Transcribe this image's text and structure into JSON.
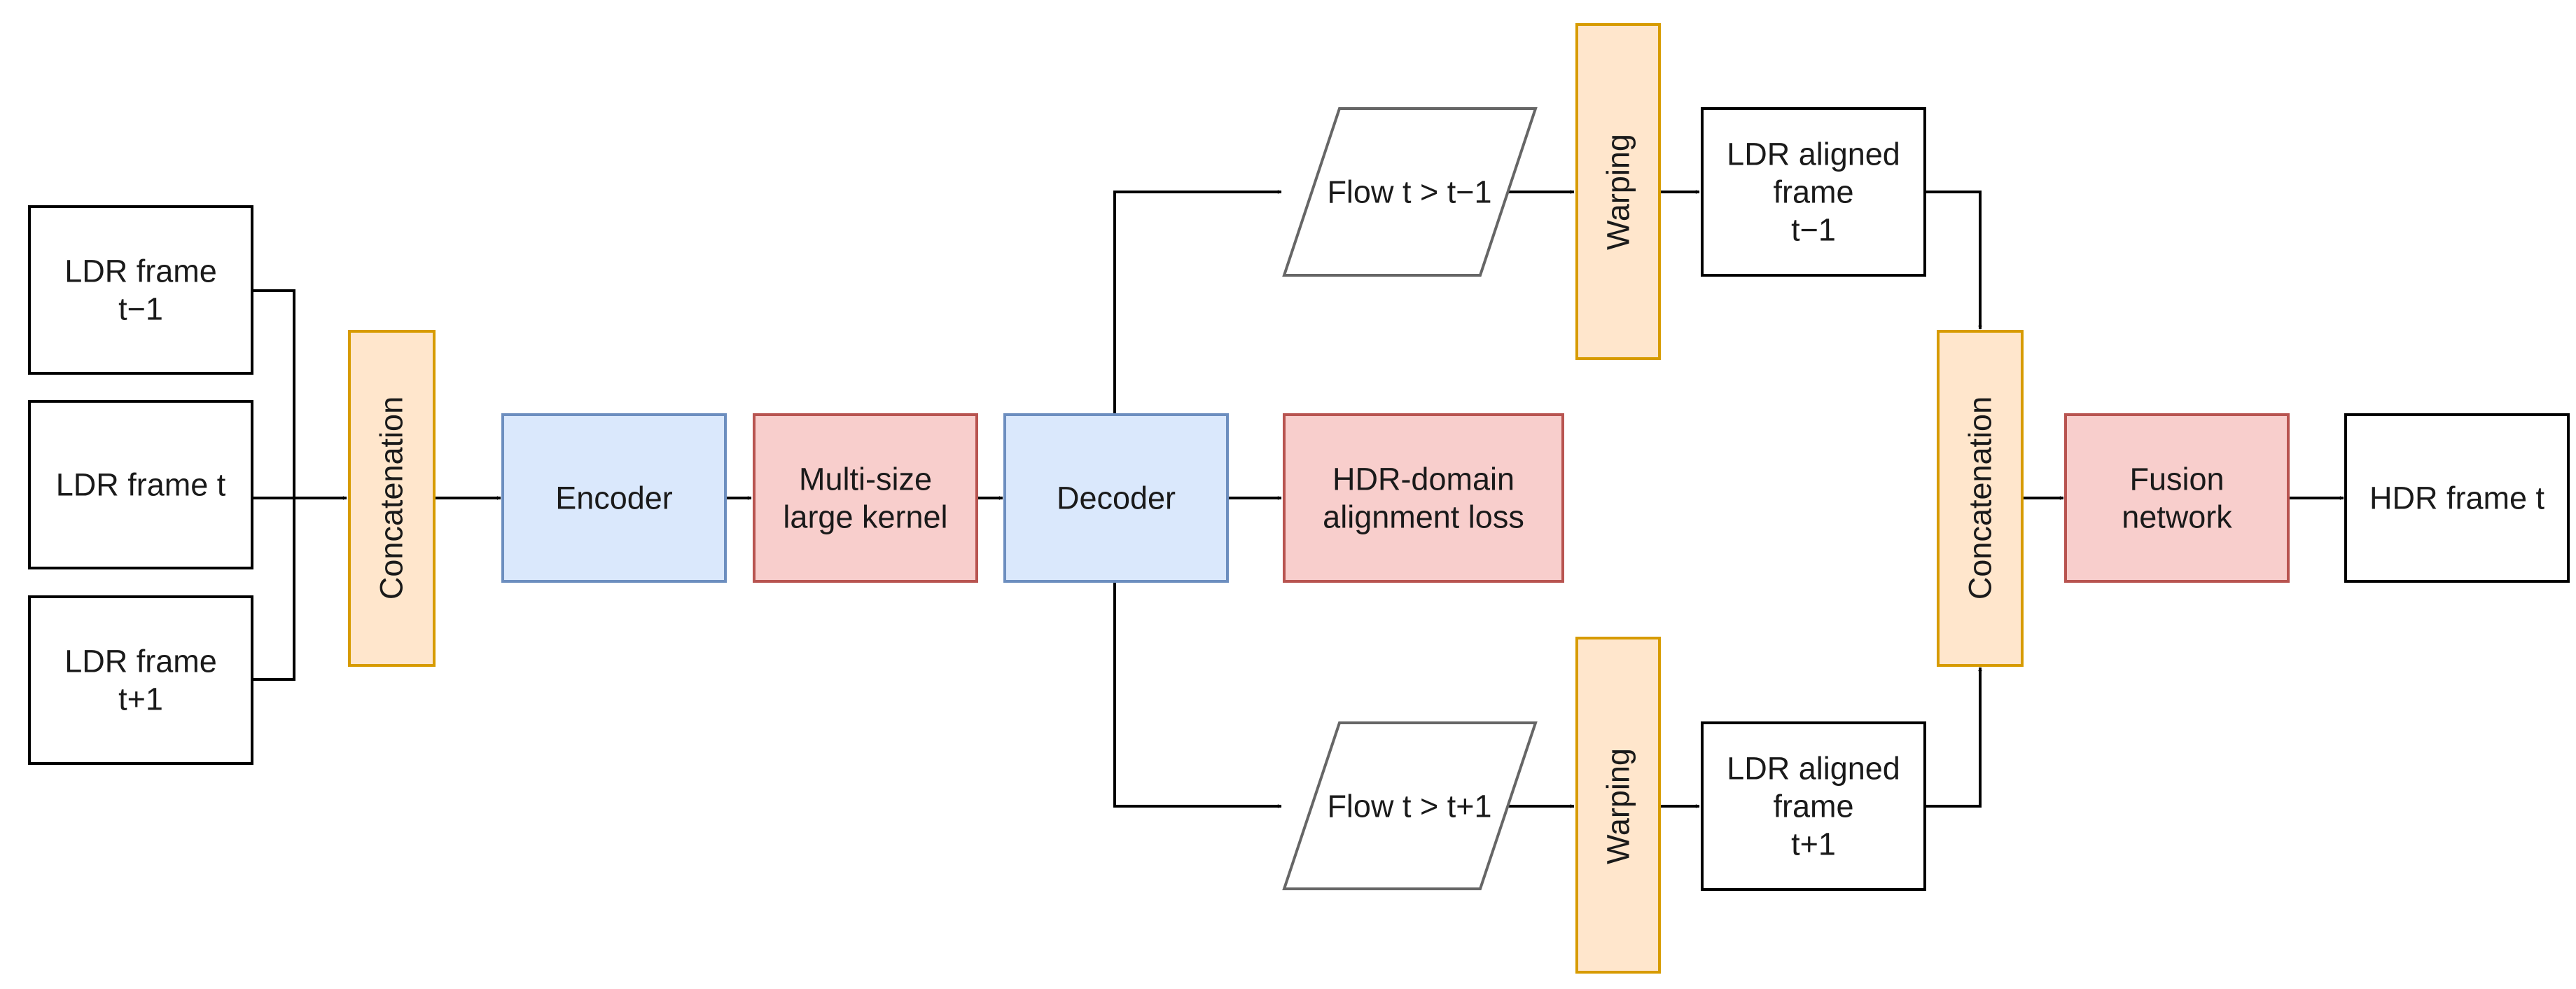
{
  "nodes": {
    "ldr_prev": {
      "lines": [
        "LDR frame",
        "t−1"
      ]
    },
    "ldr_curr": {
      "lines": [
        "LDR frame t"
      ]
    },
    "ldr_next": {
      "lines": [
        "LDR frame",
        "t+1"
      ]
    },
    "concat_in": {
      "lines": [
        "Concatenation"
      ]
    },
    "encoder": {
      "lines": [
        "Encoder"
      ]
    },
    "kernel": {
      "lines": [
        "Multi-size",
        "large kernel"
      ]
    },
    "decoder": {
      "lines": [
        "Decoder"
      ]
    },
    "hdr_loss": {
      "lines": [
        "HDR-domain",
        "alignment loss"
      ]
    },
    "flow_prev": {
      "lines": [
        "Flow t > t−1"
      ]
    },
    "flow_next": {
      "lines": [
        "Flow t > t+1"
      ]
    },
    "warp_prev": {
      "lines": [
        "Warping"
      ]
    },
    "warp_next": {
      "lines": [
        "Warping"
      ]
    },
    "aligned_prev": {
      "lines": [
        "LDR aligned",
        "frame",
        "t−1"
      ]
    },
    "aligned_next": {
      "lines": [
        "LDR aligned",
        "frame",
        "t+1"
      ]
    },
    "concat_out": {
      "lines": [
        "Concatenation"
      ]
    },
    "fusion": {
      "lines": [
        "Fusion",
        "network"
      ]
    },
    "hdr_out": {
      "lines": [
        "HDR frame t"
      ]
    }
  },
  "colors": {
    "orange_fill": "#ffe6cc",
    "orange_stroke": "#d79b00",
    "blue_fill": "#dae8fc",
    "blue_stroke": "#6c8ebf",
    "red_fill": "#f8cecc",
    "red_stroke": "#b85450",
    "edge": "#000000"
  }
}
